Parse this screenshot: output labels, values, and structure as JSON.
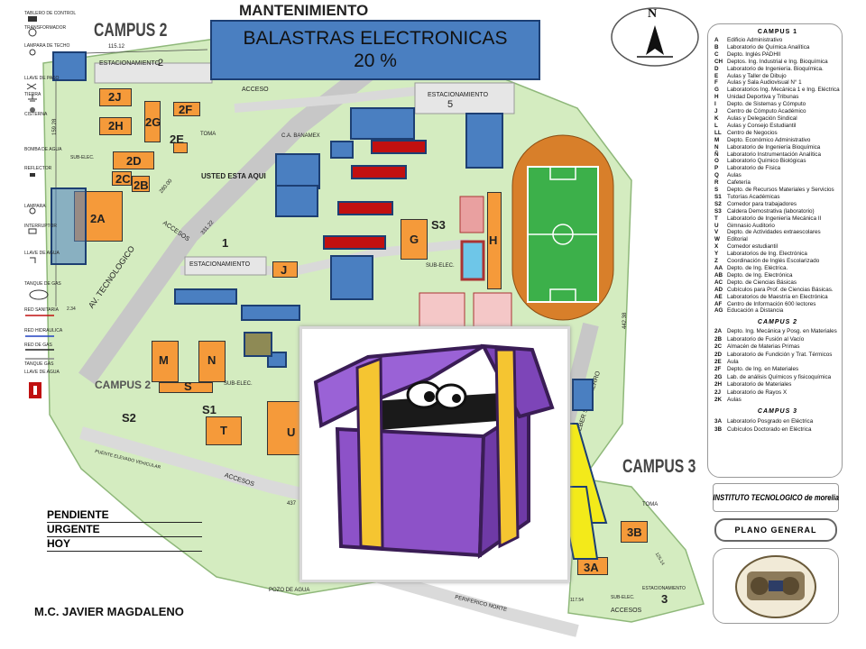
{
  "header": {
    "title": "MANTENIMIENTO",
    "banner_line1": "BALASTRAS ELECTRONICAS",
    "banner_line2": "20 %"
  },
  "map": {
    "campus2_label": "CAMPUS 2",
    "campus2_small": "CAMPUS 2",
    "campus3_label": "CAMPUS 3",
    "parking": [
      "ESTACIONAMIENTO",
      "2",
      "ESTACIONAMIENTO",
      "5",
      "ESTACIONAMIENTO",
      "1",
      "ESTACIONAMIENTO",
      "3"
    ],
    "roads": [
      "AV. TECNOLOGICO",
      "CALLE ING. HEBER SOTO FIERRO",
      "PUENTE ELEVADO VEHICULAR",
      "PERIFERICO NORTE"
    ],
    "markers": [
      "USTED ESTA AQUI",
      "ACCESO",
      "ACCESOS",
      "ACCESOS",
      "ACCESOS",
      "TOMA",
      "TOMA",
      "SUB-ELEC.",
      "SUB-ELEC.",
      "SUB-ELEC.",
      "SUB-ELEC.",
      "POZO DE AGUA",
      "C.A. BANAMEX"
    ],
    "dims": [
      "115.12",
      "159.28",
      "280.00",
      "331.22",
      "437",
      "442.38",
      "125.14",
      "117.54",
      "2.34"
    ],
    "buildings": [
      "2J",
      "2F",
      "2H",
      "2G",
      "2E",
      "2D",
      "2C",
      "2B",
      "2A",
      "G",
      "S3",
      "H",
      "J",
      "M",
      "N",
      "S",
      "S1",
      "S2",
      "T",
      "U",
      "3B",
      "3A",
      "1",
      "3"
    ]
  },
  "left_legend": {
    "items": [
      "TABLERO DE CONTROL",
      "TRANSFORMADOR",
      "LAMPARA DE TECHO",
      "LLAVE DE PASO",
      "TIERRA",
      "CISTERNA",
      "BOMBA DE AGUA",
      "REFLECTOR",
      "LAMPARA",
      "INTERRUPTOR",
      "LLAVE DE AGUA",
      "TANQUE DE GAS",
      "RED SANITARIA",
      "RED HIDRAULICA",
      "RED DE GAS",
      "TANQUE GAS",
      "LLAVE DE AGUA"
    ]
  },
  "status": {
    "items": [
      "PENDIENTE",
      "URGENTE",
      "HOY"
    ]
  },
  "author": "M.C. JAVIER MAGDALENO",
  "compass": "N",
  "campus1_legend": {
    "title": "CAMPUS 1",
    "rows": [
      [
        "A",
        "Edificio Administrativo"
      ],
      [
        "B",
        "Laboratorio de Química Analítica"
      ],
      [
        "C",
        "Depto. Inglés PADHII"
      ],
      [
        "CH",
        "Deptos. Ing. Industrial e Ing. Bioquímica"
      ],
      [
        "D",
        "Laboratorio de Ingeniería. Bioquímica."
      ],
      [
        "E",
        "Aulas y Taller de Dibujo"
      ],
      [
        "F",
        "Aulas y Sala Audiovisual N° 1"
      ],
      [
        "G",
        "Laboratorios Ing. Mecánica 1 e Ing. Eléctrica"
      ],
      [
        "H",
        "Unidad Deportiva y Tribunas"
      ],
      [
        "I",
        "Depto. de Sistemas y Cómputo"
      ],
      [
        "J",
        "Centro de Cómputo Académico"
      ],
      [
        "K",
        "Aulas y Delegación Sindical"
      ],
      [
        "L",
        "Aulas y Consejo Estudiantil"
      ],
      [
        "LL",
        "Centro de Negocios"
      ],
      [
        "M",
        "Depto. Económico Administrativo"
      ],
      [
        "N",
        "Laboratorio de Ingeniería Bioquímica"
      ],
      [
        "Ñ",
        "Laboratorio Instrumentación Analítica"
      ],
      [
        "O",
        "Laboratorio Químico Biológicas"
      ],
      [
        "P",
        "Laboratorio de Física"
      ],
      [
        "Q",
        "Aulas"
      ],
      [
        "R",
        "Cafetería"
      ],
      [
        "S",
        "Depto. de Recursos Materiales y Servicios"
      ],
      [
        "S1",
        "Tutorías Académicas"
      ],
      [
        "S2",
        "Comedor para trabajadores"
      ],
      [
        "S3",
        "Caldera Demostrativa (laboratorio)"
      ],
      [
        "T",
        "Laboratorio de Ingeniería Mecánica II"
      ],
      [
        "U",
        "Gimnasio Auditorio"
      ],
      [
        "V",
        "Depto. de Actividades extraescolares"
      ],
      [
        "W",
        "Editorial"
      ],
      [
        "X",
        "Comedor estudiantil"
      ],
      [
        "Y",
        "Laboratorios de Ing. Electrónica"
      ],
      [
        "Z",
        "Coordinación de Inglés Escolarizado"
      ],
      [
        "AA",
        "Depto. de Ing. Eléctrica."
      ],
      [
        "AB",
        "Depto. de Ing. Electrónica"
      ],
      [
        "AC",
        "Depto. de Ciencias Básicas"
      ],
      [
        "AD",
        "Cubículos para Prof. de Ciencias Básicas."
      ],
      [
        "AE",
        "Laboratorios de Maestría en Electrónica"
      ],
      [
        "AF",
        "Centro de Información 600 lectores"
      ],
      [
        "AG",
        "Educación a Distancia"
      ]
    ]
  },
  "campus2_legend": {
    "title": "CAMPUS 2",
    "rows": [
      [
        "2A",
        "Depto. Ing. Mecánica y Posg. en Materiales"
      ],
      [
        "2B",
        "Laboratorio de Fusión al Vacío"
      ],
      [
        "2C",
        "Almacén de Materias Primas"
      ],
      [
        "2D",
        "Laboratorio de Fundición y Trat. Térmicos"
      ],
      [
        "2E",
        "Aula"
      ],
      [
        "2F",
        "Depto. de Ing. en Materiales"
      ],
      [
        "2G",
        "Lab. de análisis Químicos y fisicoquímica"
      ],
      [
        "2H",
        "Laboratorio de Materiales"
      ],
      [
        "2J",
        "Laboratorio de Rayos X"
      ],
      [
        "2K",
        "Aulas"
      ]
    ]
  },
  "campus3_legend": {
    "title": "CAMPUS 3",
    "rows": [
      [
        "3A",
        "Laboratorio Posgrado en Eléctrica"
      ],
      [
        "3B",
        "Cubículos Doctorado en Eléctrica"
      ]
    ]
  },
  "institution": "INSTITUTO TECNOLOGICO de morelia",
  "plan": "PLANO GENERAL",
  "colors": {
    "building": "#f59a3a",
    "highlight_blue": "#4a7fc1",
    "highlight_red": "#c21010",
    "banner": "#4a7fc1",
    "grass": "#c8e6b4",
    "road": "#bdbdbd",
    "box_purple": "#8a4fc7",
    "box_yellow": "#f5c531"
  },
  "icons": [
    "compass-icon",
    "mystery-box-icon",
    "institute-logo-icon",
    "fire-extinguisher-icon"
  ]
}
